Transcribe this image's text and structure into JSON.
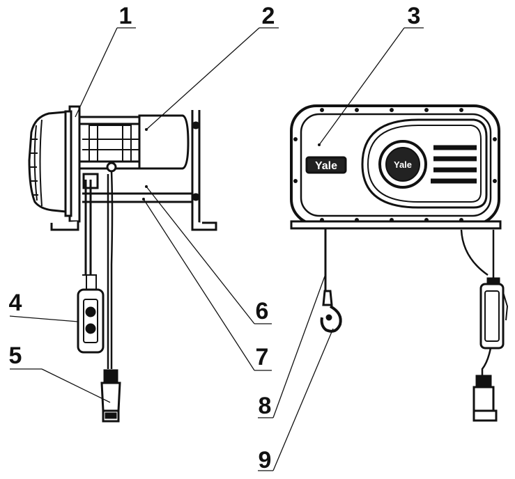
{
  "callouts": [
    {
      "id": "1",
      "label": "1"
    },
    {
      "id": "2",
      "label": "2"
    },
    {
      "id": "3",
      "label": "3"
    },
    {
      "id": "4",
      "label": "4"
    },
    {
      "id": "5",
      "label": "5"
    },
    {
      "id": "6",
      "label": "6"
    },
    {
      "id": "7",
      "label": "7"
    },
    {
      "id": "8",
      "label": "8"
    },
    {
      "id": "9",
      "label": "9"
    }
  ],
  "branding": {
    "panel_logo": "Yale",
    "drum_logo": "Yale"
  },
  "colors": {
    "line": "#111111",
    "background": "#ffffff",
    "logo_fill": "#222222"
  }
}
